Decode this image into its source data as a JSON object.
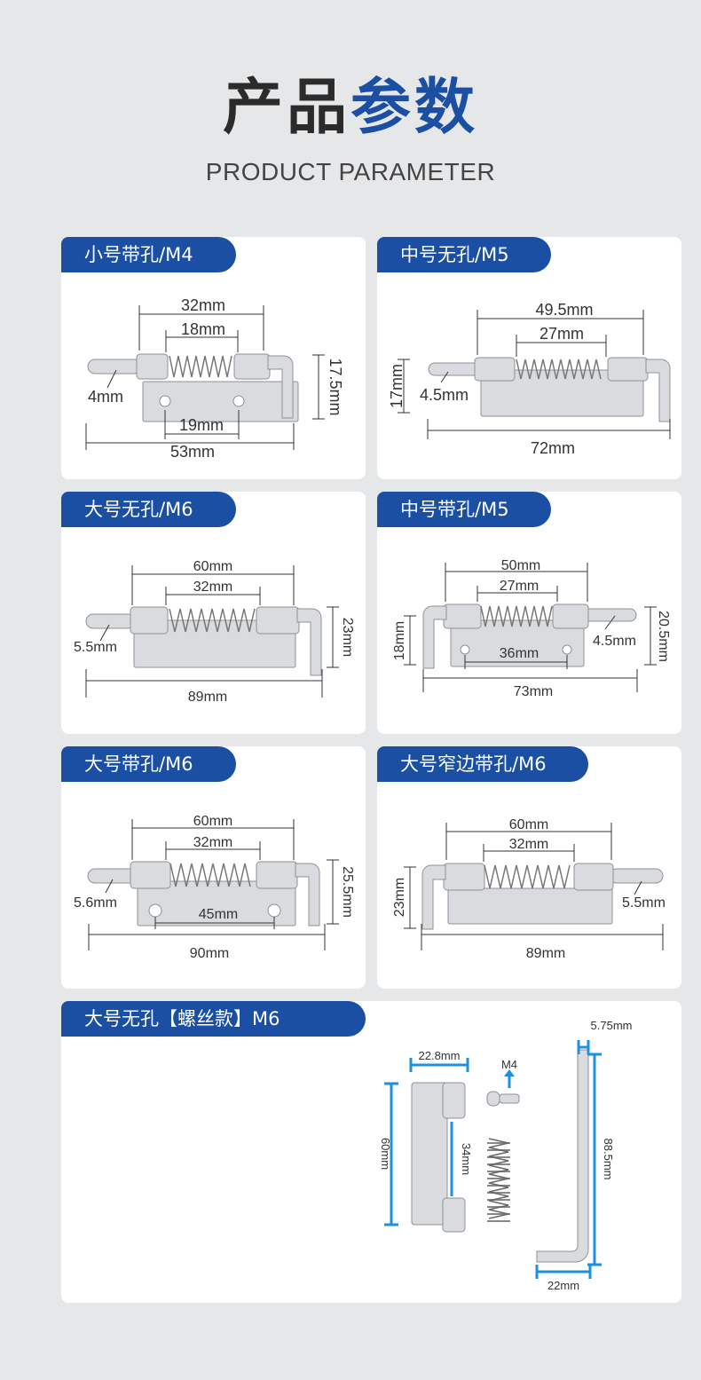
{
  "header": {
    "title_dark": "产品",
    "title_blue": "参数",
    "subtitle": "PRODUCT PARAMETER"
  },
  "colors": {
    "brand_blue": "#1a4fa3",
    "page_bg": "#e6e7e9",
    "dim_blue": "#1e90e0"
  },
  "cards": [
    {
      "title": "小号带孔/M4",
      "dims": [
        "32mm",
        "18mm",
        "17.5mm",
        "4mm",
        "19mm",
        "53mm"
      ]
    },
    {
      "title": "中号无孔/M5",
      "dims": [
        "49.5mm",
        "27mm",
        "17mm",
        "4.5mm",
        "72mm"
      ]
    },
    {
      "title": "大号无孔/M6",
      "dims": [
        "60mm",
        "32mm",
        "23mm",
        "5.5mm",
        "89mm"
      ]
    },
    {
      "title": "中号带孔/M5",
      "dims": [
        "50mm",
        "27mm",
        "18mm",
        "20.5mm",
        "4.5mm",
        "36mm",
        "73mm"
      ]
    },
    {
      "title": "大号带孔/M6",
      "dims": [
        "60mm",
        "32mm",
        "25.5mm",
        "5.6mm",
        "45mm",
        "90mm"
      ]
    },
    {
      "title": "大号窄边带孔/M6",
      "dims": [
        "60mm",
        "32mm",
        "23mm",
        "5.5mm",
        "89mm"
      ]
    }
  ],
  "bottom_card": {
    "title": "大号无孔【螺丝款】M6",
    "dims": [
      "22.8mm",
      "60mm",
      "34mm",
      "M4",
      "5.75mm",
      "88.5mm",
      "22mm"
    ]
  }
}
